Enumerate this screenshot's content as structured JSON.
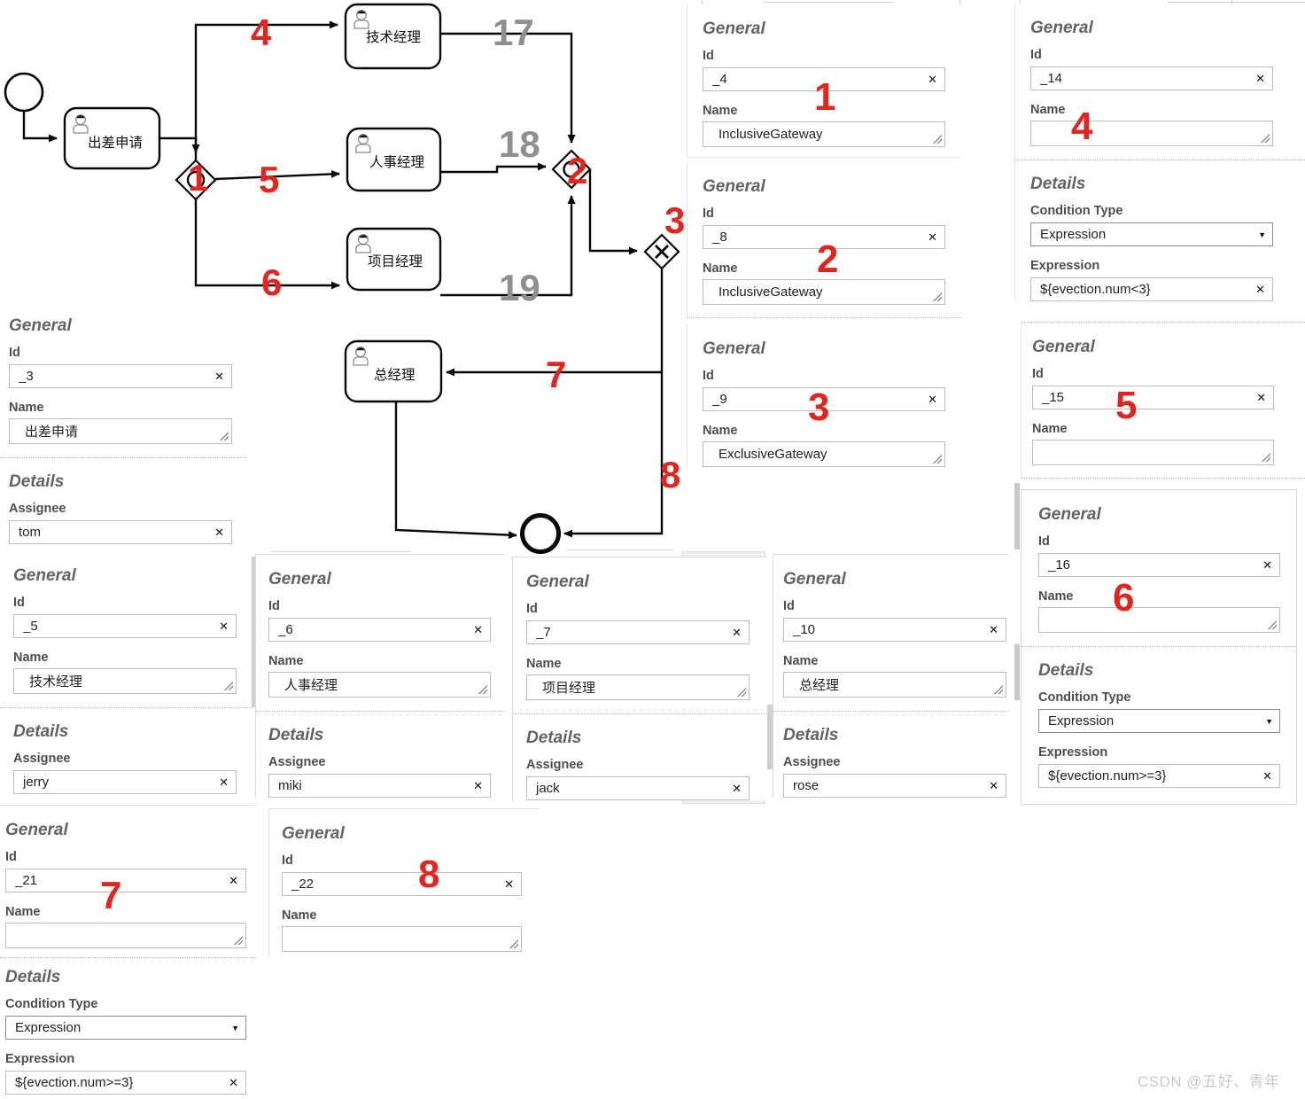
{
  "colors": {
    "badge_red": "#e2251f",
    "flow_number_gray": "#8f8f8f",
    "line_black": "#070707"
  },
  "icons": {
    "clear": "✕",
    "dropdown": "▼"
  },
  "labels": {
    "general": "General",
    "details": "Details",
    "id": "Id",
    "name": "Name",
    "assignee": "Assignee",
    "condition_type": "Condition Type",
    "expression": "Expression"
  },
  "watermark": "CSDN @五好、青年",
  "diagram": {
    "tasks": {
      "apply": "出差申请",
      "tech": "技术经理",
      "hr": "人事经理",
      "pm": "项目经理",
      "gm": "总经理"
    },
    "markers": {
      "n1": "1",
      "n2": "2",
      "n3": "3",
      "n4": "4",
      "n5": "5",
      "n6": "6",
      "n7": "7",
      "n8": "8",
      "f17": "17",
      "f18": "18",
      "f19": "19"
    }
  },
  "panels": {
    "task_apply": {
      "id": "_3",
      "name": "出差申请",
      "assignee": "tom"
    },
    "gw_inclusive1": {
      "id": "_4",
      "name": "InclusiveGateway",
      "badge": "1"
    },
    "gw_inclusive2": {
      "id": "_8",
      "name": "InclusiveGateway",
      "badge": "2"
    },
    "gw_exclusive": {
      "id": "_9",
      "name": "ExclusiveGateway",
      "badge": "3"
    },
    "flow14": {
      "id": "_14",
      "name": "",
      "badge": "4",
      "condition_type": "Expression",
      "expression": "${evection.num<3}"
    },
    "flow15": {
      "id": "_15",
      "name": "",
      "badge": "5"
    },
    "flow16": {
      "id": "_16",
      "name": "",
      "badge": "6",
      "condition_type": "Expression",
      "expression": "${evection.num>=3}"
    },
    "task_tech": {
      "id": "_5",
      "name": "技术经理",
      "assignee": "jerry"
    },
    "task_hr": {
      "id": "_6",
      "name": "人事经理",
      "assignee": "miki"
    },
    "task_pm": {
      "id": "_7",
      "name": "项目经理",
      "assignee": "jack"
    },
    "task_gm": {
      "id": "_10",
      "name": "总经理",
      "assignee": "rose"
    },
    "flow21": {
      "id": "_21",
      "name": "",
      "badge": "7",
      "condition_type": "Expression",
      "expression": "${evection.num>=3}"
    },
    "flow22": {
      "id": "_22",
      "name": "",
      "badge": "8"
    }
  }
}
